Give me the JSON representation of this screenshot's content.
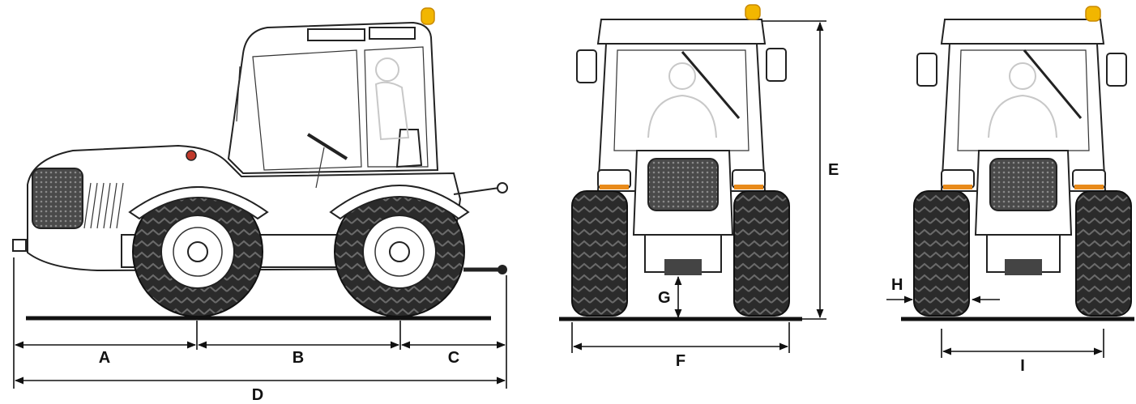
{
  "diagram": {
    "labels": {
      "A": "A",
      "B": "B",
      "C": "C",
      "D": "D",
      "E": "E",
      "F": "F",
      "G": "G",
      "H": "H",
      "I": "I"
    },
    "colors": {
      "beacon": "#f2b600",
      "beacon_dark": "#c98a00",
      "indicator": "#e88a1a",
      "tyre": "#2b2b2b",
      "tread": "#555555",
      "line": "#111111"
    }
  }
}
